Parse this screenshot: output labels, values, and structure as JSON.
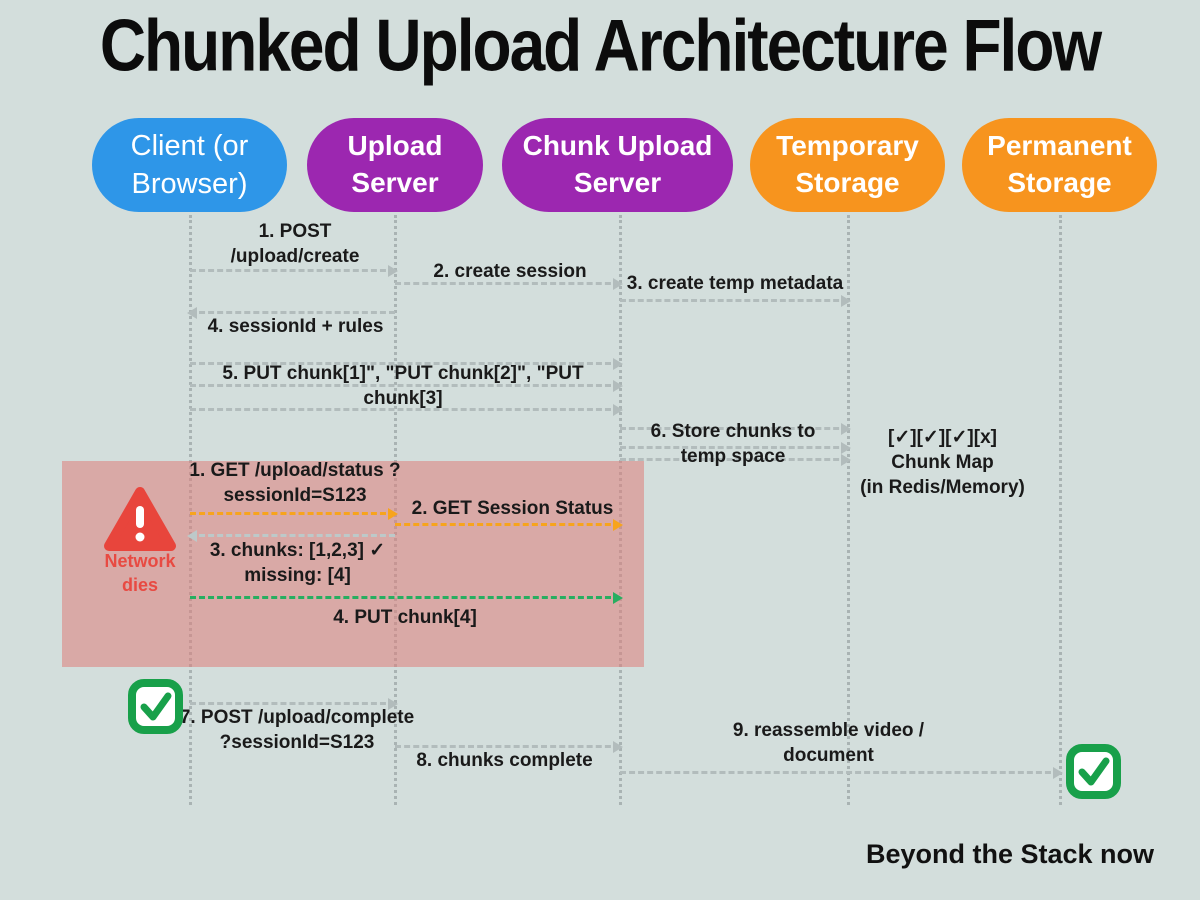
{
  "title": "Chunked Upload Architecture Flow",
  "footer": "Beyond the Stack now",
  "actors": [
    {
      "label": "Client (or Browser)",
      "color": "#2e96e8"
    },
    {
      "label": "Upload Server",
      "color": "#9c27b0"
    },
    {
      "label": "Chunk Upload Server",
      "color": "#9c27b0"
    },
    {
      "label": "Temporary Storage",
      "color": "#f7941e"
    },
    {
      "label": "Permanent Storage",
      "color": "#f7941e"
    }
  ],
  "messages": {
    "m1": "1. POST /upload/create",
    "m2": "2. create session",
    "m3": "3. create temp metadata",
    "m4": "4. sessionId + rules",
    "m5": "5. PUT chunk[1]\", \"PUT chunk[2]\", \"PUT chunk[3]",
    "m6": "6. Store chunks to temp space",
    "m7": "7.  POST /upload/complete ?sessionId=S123",
    "m8": "8. chunks complete",
    "m9": "9. reassemble video / document"
  },
  "recovery": {
    "network_dies": "Network dies",
    "r1": "1. GET /upload/status ?sessionId=S123",
    "r2": "2. GET Session Status",
    "r3": "3.  chunks: [1,2,3] ✓ missing: [4]",
    "r4": "4. PUT chunk[4]"
  },
  "annotations": {
    "chunk_map": "[✓][✓][✓][x]\nChunk Map\n(in Redis/Memory)"
  },
  "colors": {
    "background": "#d3dedc",
    "client_pill": "#2e96e8",
    "server_pill": "#9c27b0",
    "storage_pill": "#f7941e",
    "gray_arrow": "#b2bcbc",
    "orange_arrow": "#f7a41d",
    "green_arrow": "#27ae60",
    "failure_overlay": "#de7d7a",
    "warning_red": "#e8453c",
    "success_green": "#18a04a"
  }
}
